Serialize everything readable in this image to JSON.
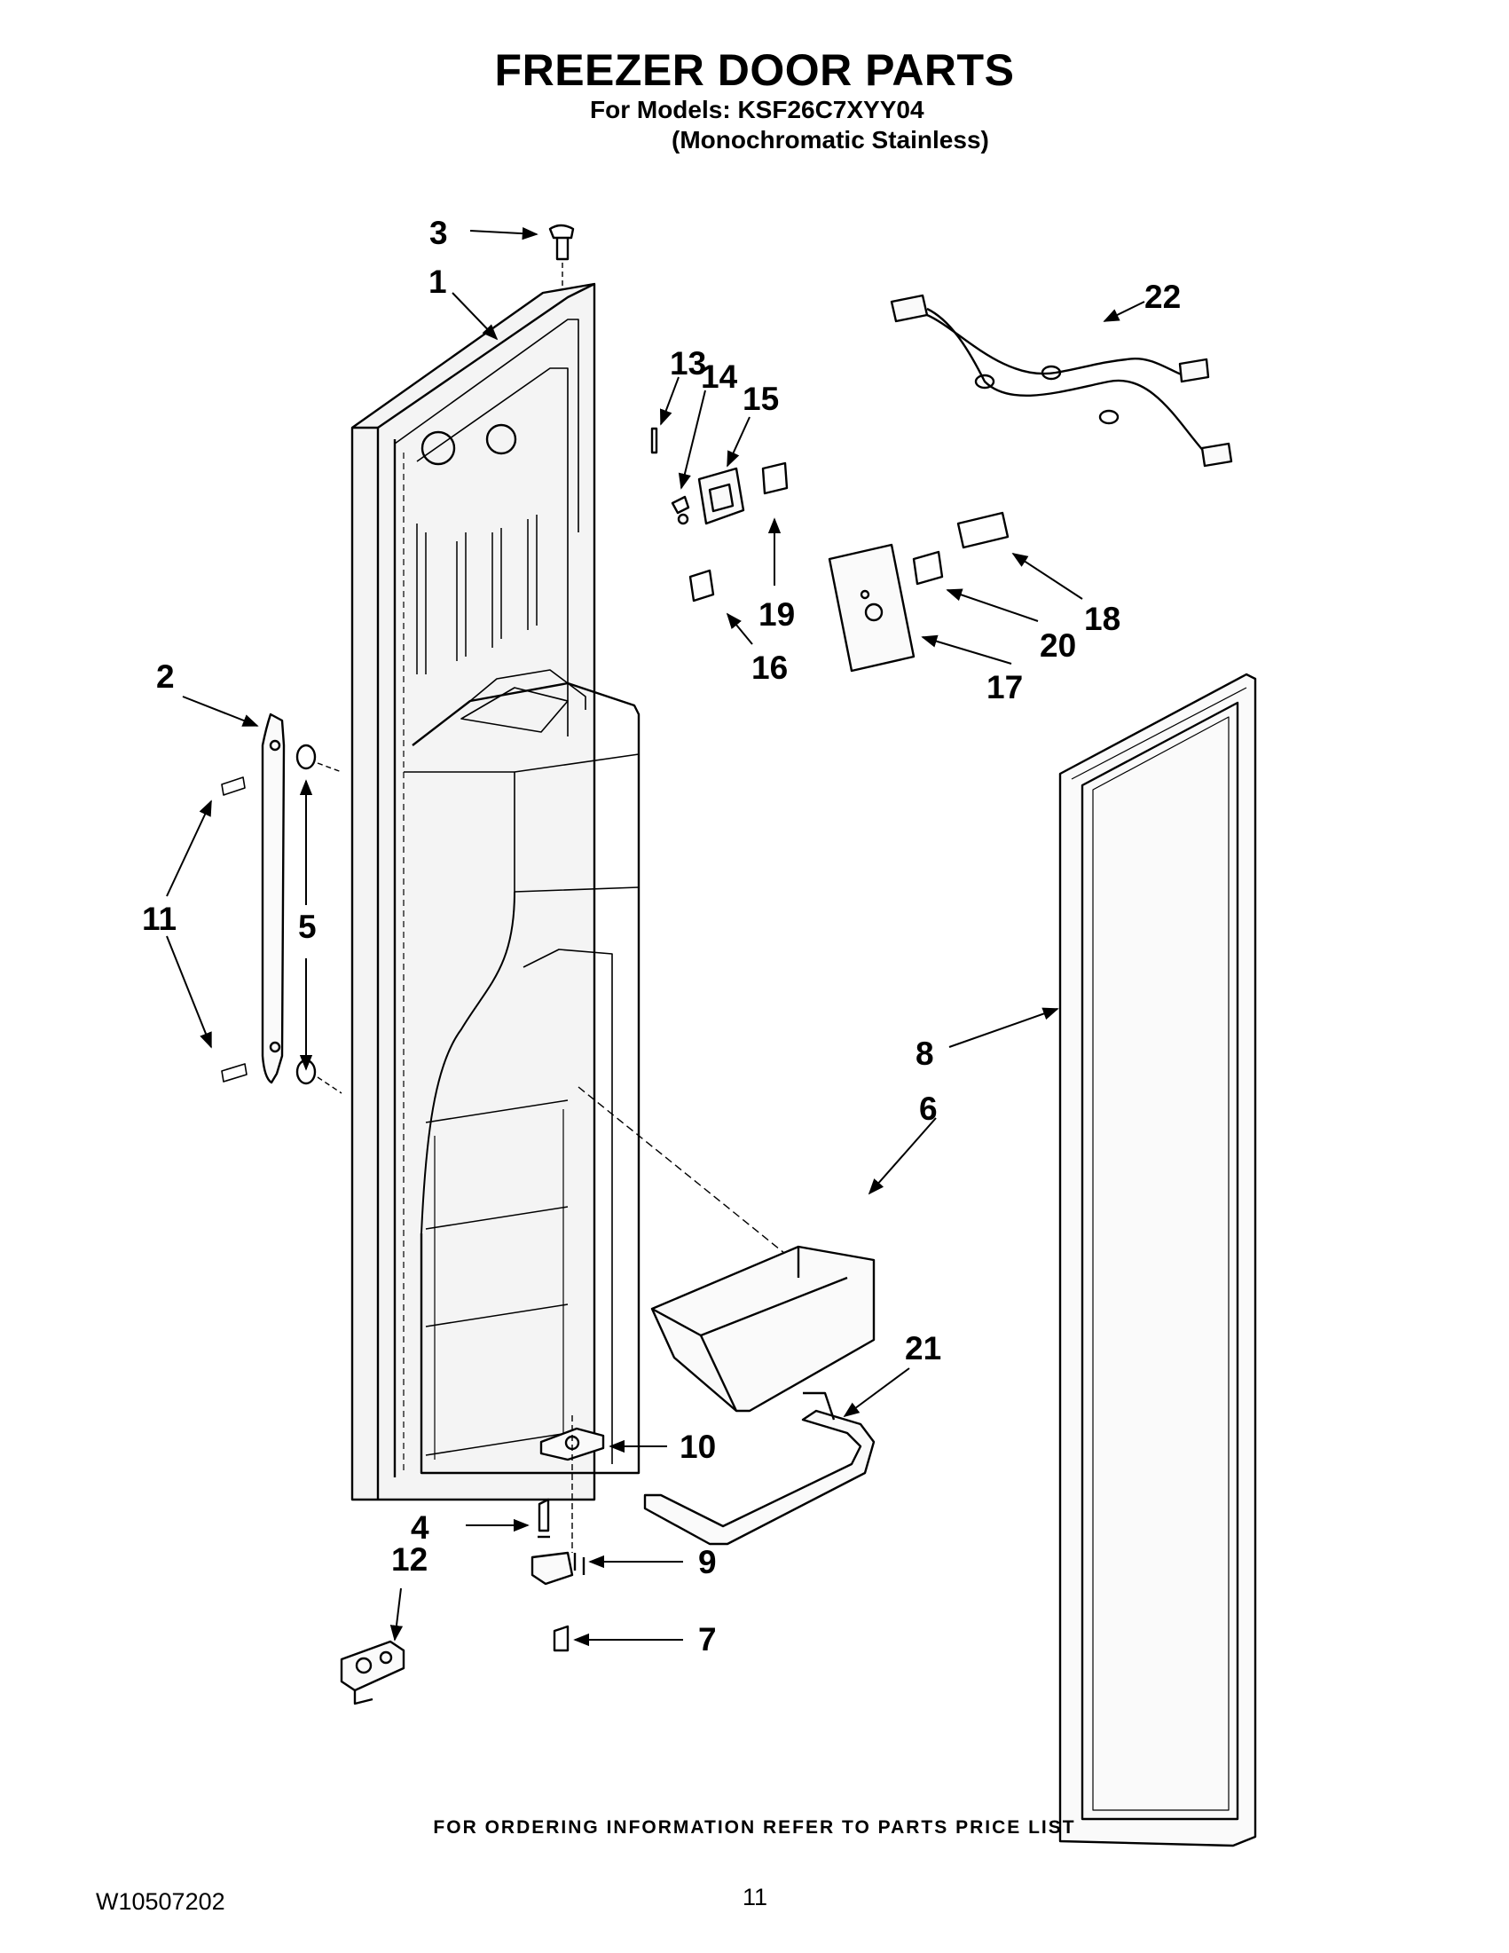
{
  "header": {
    "title": "FREEZER DOOR PARTS",
    "models_line": "For Models: KSF26C7XYY04",
    "finish_line": "(Monochromatic Stainless)"
  },
  "callouts": [
    "1",
    "2",
    "3",
    "4",
    "5",
    "6",
    "7",
    "8",
    "9",
    "10",
    "11",
    "12",
    "13",
    "14",
    "15",
    "16",
    "17",
    "18",
    "19",
    "20",
    "21",
    "22"
  ],
  "footer": {
    "ordering_note": "FOR ORDERING INFORMATION REFER TO PARTS PRICE LIST",
    "document_number": "W10507202",
    "page_number": "11"
  }
}
